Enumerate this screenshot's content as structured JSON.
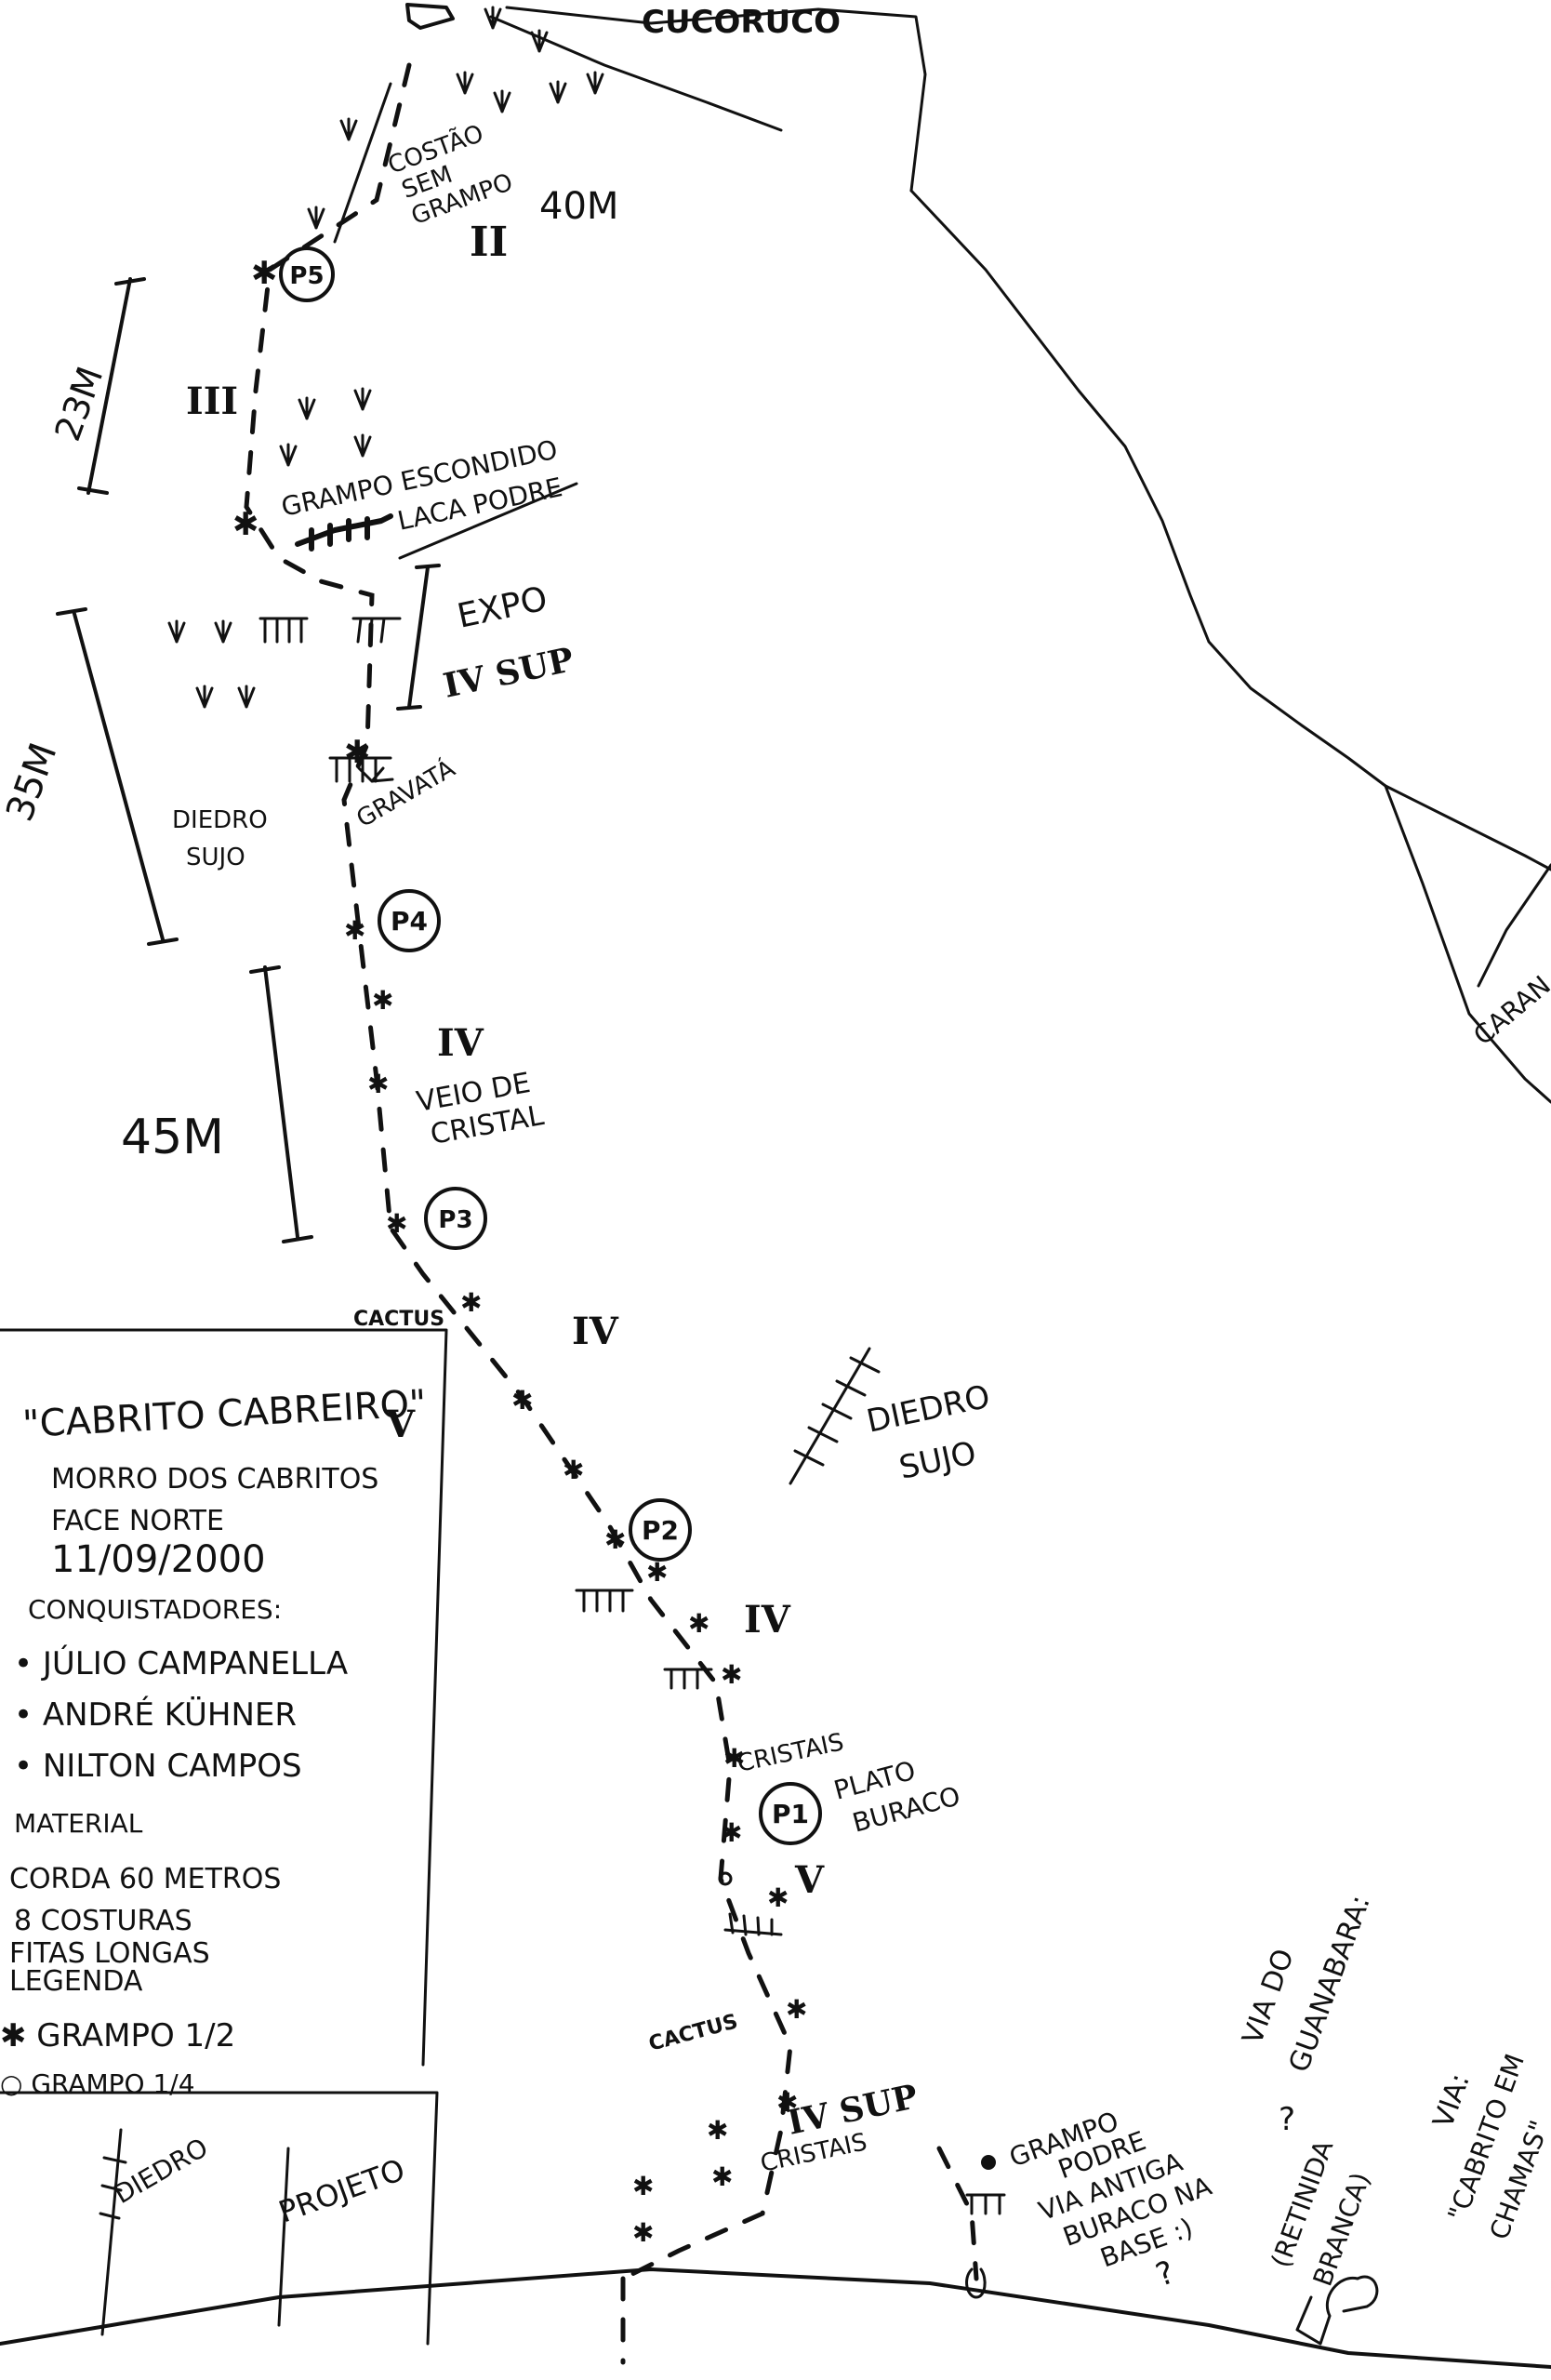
{
  "summit": {
    "label": "CUCORUCO"
  },
  "pitches": {
    "p1": {
      "label": "P1",
      "note_1": "PLATO",
      "note_2": "BURACO",
      "grade": "V"
    },
    "p2": {
      "label": "P2",
      "grade": "IV"
    },
    "p3": {
      "label": "P3",
      "grade": "IV",
      "note_1": "VEIO DE",
      "note_2": "CRISTAL"
    },
    "p4": {
      "label": "P4"
    },
    "p5": {
      "label": "P5"
    }
  },
  "upper": {
    "grade": "II",
    "length": "40M",
    "note_1": "COSTÃO",
    "note_2": "SEM",
    "note_3": "GRAMPO"
  },
  "section_iii": {
    "grade": "III",
    "length": "23M"
  },
  "hidden_bolt": {
    "label_1": "GRAMPO ESCONDIDO",
    "label_2": "LACA PODRE"
  },
  "expo": {
    "label": "EXPO",
    "grade": "IV SUP",
    "length": "35M"
  },
  "diedro_sujo_left": {
    "line_1": "DIEDRO",
    "line_2": "SUJO"
  },
  "gravata": {
    "label": "GRAVATÁ"
  },
  "pitch4_length": "45M",
  "cactus_upper": "CACTUS",
  "cactus_lower": "CACTUS",
  "diedro_sujo_right": {
    "line_1": "DIEDRO",
    "line_2": "SUJO"
  },
  "grade_p2_upper": "IV",
  "cristais_mid": "CRISTAIS",
  "start": {
    "grade": "IV SUP",
    "note": "CRISTAIS"
  },
  "old_route": {
    "line_1": "GRAMPO",
    "line_2": "PODRE",
    "line_3": "VIA ANTIGA",
    "line_4": "BURACO NA",
    "line_5": "BASE :)",
    "line_6": "?"
  },
  "via_guanabara": {
    "line_1": "VIA DO",
    "line_2": "GUANABARA:",
    "line_3": "?",
    "line_4": "(RETINIDA",
    "line_5": "BRANCA)"
  },
  "via_cabrito_chamas": {
    "line_1": "VIA:",
    "line_2": "\"CABRITO EM",
    "line_3": "CHAMAS\""
  },
  "caranguejo": "CARAN",
  "info": {
    "title": "\"CABRITO CABREIRO\"",
    "title_grade": "V",
    "place_1": "MORRO DOS CABRITOS",
    "place_2": "FACE NORTE",
    "date": "11/09/2000",
    "conquerors_label": "CONQUISTADORES:",
    "conquerors": [
      "• JÚLIO CAMPANELLA",
      "• ANDRÉ KÜHNER",
      "• NILTON CAMPOS"
    ],
    "material_label": "MATERIAL",
    "material": [
      "CORDA 60 METROS",
      "8 COSTURAS",
      "FITAS LONGAS"
    ],
    "legend_label": "LEGENDA",
    "legend": [
      "✱ GRAMPO 1/2",
      "○ GRAMPO 1/4"
    ]
  },
  "bottom": {
    "diedro": "DIEDRO",
    "projeto": "PROJETO"
  }
}
